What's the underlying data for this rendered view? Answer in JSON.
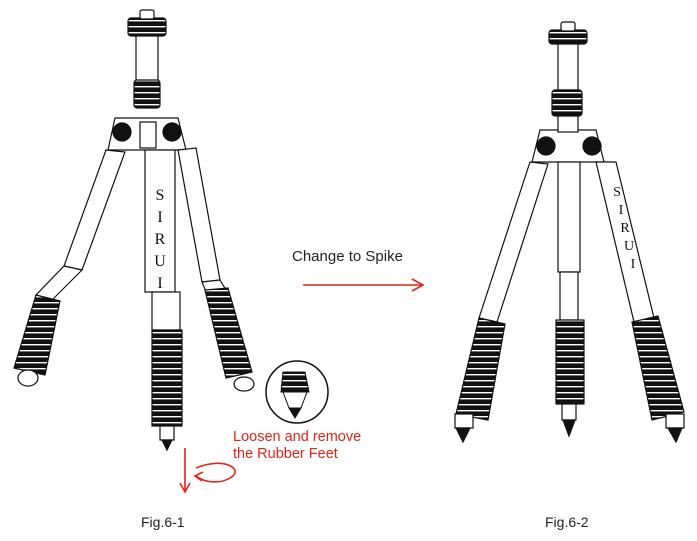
{
  "figure_left": {
    "caption": "Fig.6-1",
    "brand_letters": [
      "S",
      "I",
      "R",
      "U",
      "I"
    ]
  },
  "figure_right": {
    "caption": "Fig.6-2",
    "brand_letters": [
      "S",
      "I",
      "R",
      "U",
      "I"
    ]
  },
  "transition": {
    "label": "Change to Spike"
  },
  "instruction": {
    "line1": "Loosen and remove",
    "line2": "the Rubber Feet"
  },
  "colors": {
    "accent": "#e2231a",
    "ink": "#111111",
    "paper": "#ffffff"
  }
}
